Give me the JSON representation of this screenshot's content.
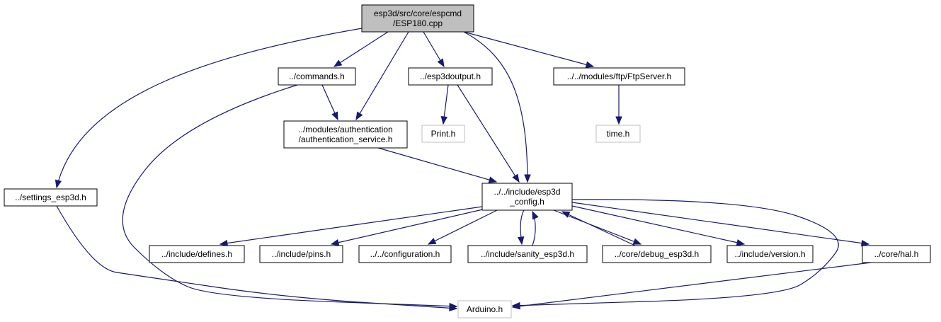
{
  "diagram": {
    "colors": {
      "edge": "#191970",
      "root_fill": "#bfbfbf",
      "root_stroke": "#000000",
      "node_fill": "#ffffff",
      "node_stroke": "#000000",
      "missing_stroke": "#bfbfbf"
    },
    "nodes": [
      {
        "id": "esp180",
        "lines": [
          "esp3d/src/core/espcmd",
          "/ESP180.cpp"
        ],
        "kind": "root"
      },
      {
        "id": "commands",
        "lines": [
          "../commands.h"
        ],
        "kind": "normal"
      },
      {
        "id": "esp3doutput",
        "lines": [
          "../esp3doutput.h"
        ],
        "kind": "normal"
      },
      {
        "id": "ftpserver",
        "lines": [
          "../../modules/ftp/FtpServer.h"
        ],
        "kind": "normal"
      },
      {
        "id": "auth",
        "lines": [
          "../modules/authentication",
          "/authentication_service.h"
        ],
        "kind": "normal"
      },
      {
        "id": "print",
        "lines": [
          "Print.h"
        ],
        "kind": "missing"
      },
      {
        "id": "time",
        "lines": [
          "time.h"
        ],
        "kind": "missing"
      },
      {
        "id": "settings",
        "lines": [
          "../settings_esp3d.h"
        ],
        "kind": "normal"
      },
      {
        "id": "config",
        "lines": [
          "../../include/esp3d",
          "_config.h"
        ],
        "kind": "normal"
      },
      {
        "id": "defines",
        "lines": [
          "../include/defines.h"
        ],
        "kind": "normal"
      },
      {
        "id": "pins",
        "lines": [
          "../include/pins.h"
        ],
        "kind": "normal"
      },
      {
        "id": "configuration",
        "lines": [
          "../../configuration.h"
        ],
        "kind": "normal"
      },
      {
        "id": "sanity",
        "lines": [
          "../include/sanity_esp3d.h"
        ],
        "kind": "normal"
      },
      {
        "id": "debug",
        "lines": [
          "../core/debug_esp3d.h"
        ],
        "kind": "normal"
      },
      {
        "id": "version",
        "lines": [
          "../include/version.h"
        ],
        "kind": "normal"
      },
      {
        "id": "hal",
        "lines": [
          "../core/hal.h"
        ],
        "kind": "normal"
      },
      {
        "id": "arduino",
        "lines": [
          "Arduino.h"
        ],
        "kind": "missing"
      }
    ],
    "edges": [
      {
        "from": "esp180",
        "to": "commands"
      },
      {
        "from": "esp180",
        "to": "auth"
      },
      {
        "from": "esp180",
        "to": "esp3doutput"
      },
      {
        "from": "esp180",
        "to": "config"
      },
      {
        "from": "esp180",
        "to": "ftpserver"
      },
      {
        "from": "esp180",
        "to": "settings"
      },
      {
        "from": "commands",
        "to": "auth"
      },
      {
        "from": "commands",
        "to": "arduino"
      },
      {
        "from": "esp3doutput",
        "to": "print"
      },
      {
        "from": "esp3doutput",
        "to": "config"
      },
      {
        "from": "ftpserver",
        "to": "time"
      },
      {
        "from": "auth",
        "to": "config"
      },
      {
        "from": "settings",
        "to": "arduino"
      },
      {
        "from": "config",
        "to": "defines"
      },
      {
        "from": "config",
        "to": "pins"
      },
      {
        "from": "config",
        "to": "configuration"
      },
      {
        "from": "config",
        "to": "sanity"
      },
      {
        "from": "config",
        "to": "debug"
      },
      {
        "from": "config",
        "to": "version"
      },
      {
        "from": "config",
        "to": "hal"
      },
      {
        "from": "config",
        "to": "arduino"
      },
      {
        "from": "sanity",
        "to": "config"
      },
      {
        "from": "debug",
        "to": "config"
      },
      {
        "from": "hal",
        "to": "arduino"
      }
    ]
  }
}
